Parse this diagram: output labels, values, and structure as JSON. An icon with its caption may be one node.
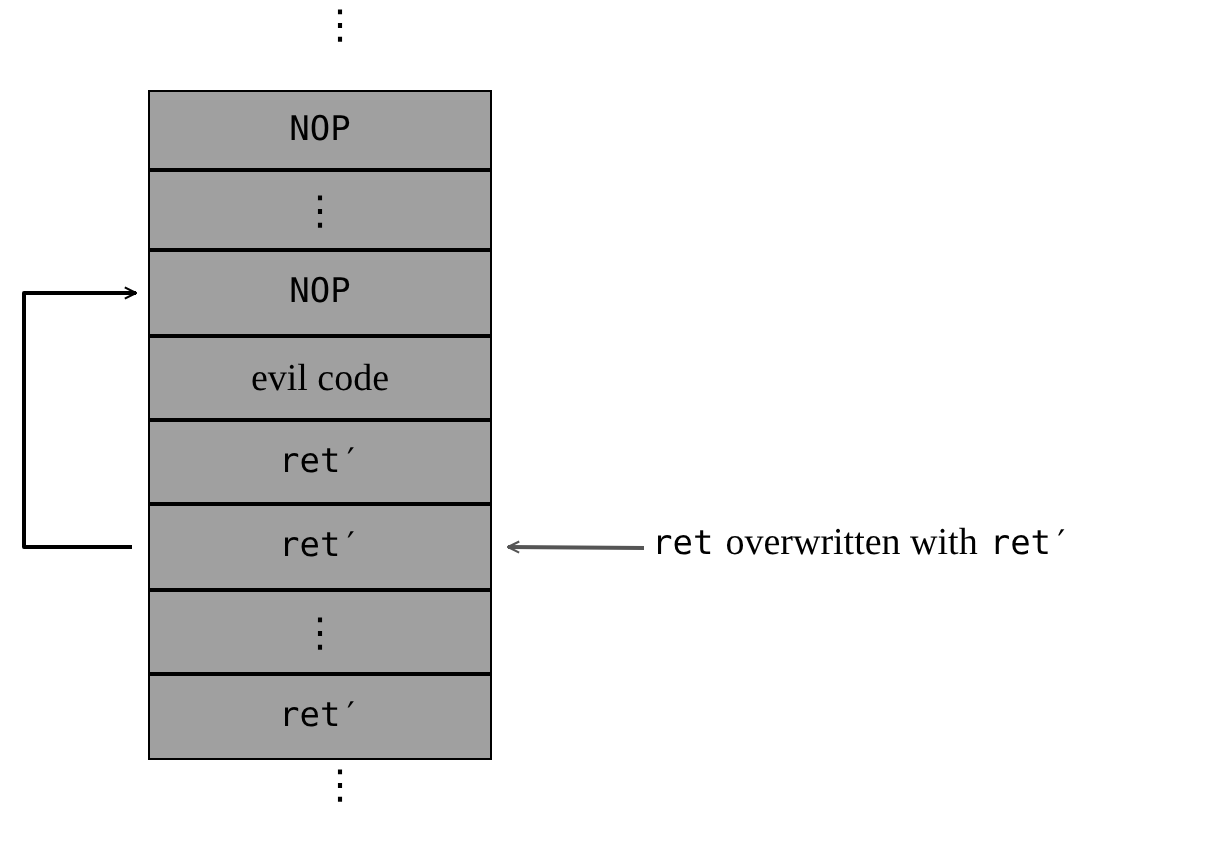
{
  "diagram": {
    "nodes": [
      {
        "text": [
          "NOP"
        ]
      },
      {
        "text": [
          "⋮"
        ]
      },
      {
        "text": [
          "NOP"
        ]
      },
      {
        "text": [
          "evil code"
        ]
      },
      {
        "text": [
          "ret′"
        ]
      },
      {
        "text": [
          "ret′"
        ]
      },
      {
        "text": [
          "⋮"
        ]
      },
      {
        "text": [
          "ret′"
        ]
      },
      {
        "text": [
          "ret",
          "overwritten with",
          "ret′"
        ]
      }
    ],
    "edges": [
      {
        "from": 5,
        "to": 2,
        "arrow": "to"
      },
      {
        "from": 8,
        "to": 5,
        "arrow": "to",
        "color": "#555555"
      }
    ],
    "labels": [
      "⋮",
      "⋮"
    ]
  }
}
